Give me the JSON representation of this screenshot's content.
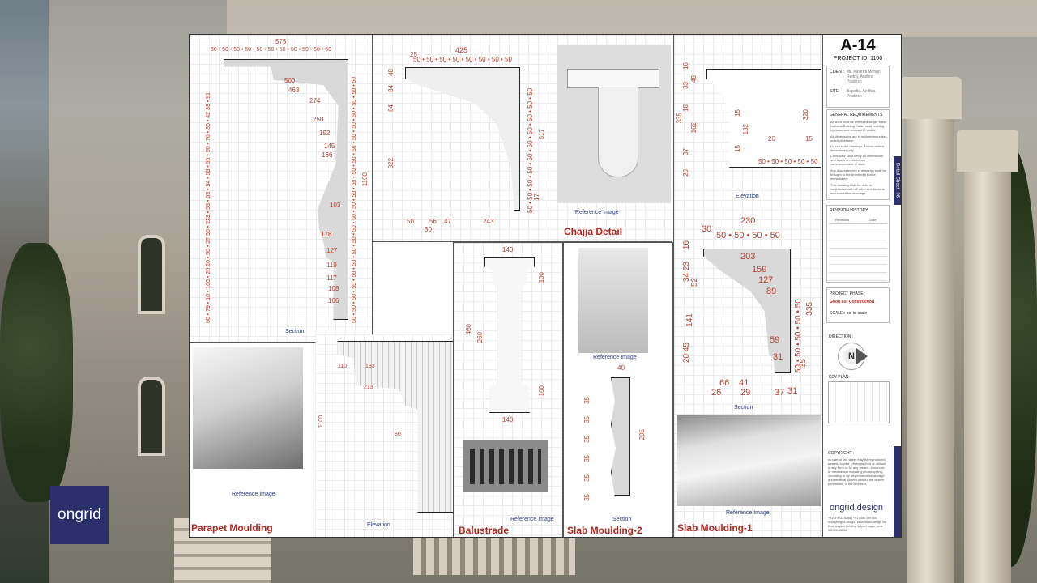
{
  "logo": {
    "text": "ongrid"
  },
  "sheet": {
    "code": "A-14",
    "project_id": "PROJECT ID: 1100",
    "client_label": "CLIENT:",
    "client_value": "Mr. Kasireti Mohan Reddy, Andhra Pradesh",
    "site_label": "SITE:",
    "site_value": "Bapatla, Andhra Pradesh",
    "general_requirements_title": "GENERAL REQUIREMENTS",
    "general_requirements": [
      "All work shall be executed as per latest National Building Code, local building byelaws, and relevant IS codes.",
      "All dimensions are in millimetres unless noted otherwise.",
      "Do not scale drawings. Follow written dimensions only.",
      "Contractor shall verify all dimensions and levels on site before commencement of work.",
      "Any discrepancies in drawings shall be brought to the Architect's notice immediately.",
      "This drawing shall be read in conjunction with all other architectural and consultant drawings."
    ],
    "revision_title": "REVISION HISTORY",
    "revision_cols": [
      "Revisions",
      "Date"
    ],
    "phase_label": "PROJECT PHASE:",
    "phase_value": "Good For Construction",
    "scale": "SCALE : not to scale",
    "direction_label": "DIRECTION :",
    "north": "N",
    "keyplan_label": "KEY PLAN:",
    "copyright_title": "COPYRIGHT :",
    "copyright_text": "no part of this sheet may be reproduced, shared, copied, photographed or utilised in any form or by any means, electronic or mechanical including photocopying, recording or by any information storage and retrieval system without the written permission of the Architect.",
    "side_tab": "Detail Sheet -06",
    "brand": "ongrid.design",
    "contact": "+9193 9722 8288 | +91 8086 399 000 hello@ongrid.design | www.ongrid.design 3rd floor, wayane building, kalyani nagar, pune 411006, INDIA"
  },
  "panels": {
    "parapet": {
      "title": "Parapet Moulding",
      "section_caption": "Section",
      "ref_caption": "Reference Image",
      "elev_caption": "Elevation",
      "top_width": "575",
      "top_row": "50 • 50 • 50 • 50 • 50 • 50 • 50 • 50 • 50 • 50 • 50",
      "height": "1100",
      "left_dims": [
        "91",
        "42 39",
        "30",
        "76",
        "50",
        "56",
        "53",
        "54",
        "53",
        "53",
        "223",
        "27 56",
        "27",
        "50",
        "20 20",
        "100",
        "79",
        "10",
        "60"
      ],
      "right_col": "50 • 50 • 50 • 50 • 50 • 50 • 50 • 50 • 50 • 50 • 50 • 50 • 50 • 50 • 50 • 50 • 50 • 50 • 50 • 50 • 50 • 50",
      "profile_dims": [
        "500",
        "463",
        "274",
        "250",
        "192",
        "145",
        "166",
        "103",
        "178",
        "127",
        "119",
        "117",
        "108",
        "106"
      ],
      "elev_dims": [
        "110",
        "183",
        "213",
        "80",
        "1100"
      ]
    },
    "chajja": {
      "title": "Chajja Detail",
      "ref_caption": "Reference Image",
      "top_width": "425",
      "top_left": "25",
      "top_row": "50 • 50 • 50 • 50 • 50 • 50 • 50 • 50",
      "left_dims": [
        "48",
        "84",
        "64",
        "322"
      ],
      "right_col": "50 • 50 • 50 • 50 • 50 • 50 • 50 • 50 • 50 • 50",
      "height": "517",
      "right_small": "17",
      "bottom_dims": [
        "50",
        "56",
        "47",
        "243"
      ],
      "bottom_sub": "30"
    },
    "balustrade": {
      "title": "Balustrade",
      "ref_caption": "Reference Image",
      "top_width": "140",
      "bottom_width": "140",
      "height": "460",
      "inner_height": "260",
      "top_right": "100",
      "bottom_right": "100"
    },
    "slab2": {
      "title": "Slab Moulding-2",
      "ref_caption": "Reference Image",
      "section_caption": "Section",
      "top_width": "40",
      "height": "205",
      "left_dims": [
        "35",
        "35",
        "35",
        "35",
        "35",
        "35"
      ]
    },
    "slab1": {
      "title": "Slab Moulding-1",
      "elev_caption": "Elevation",
      "section_caption": "Section",
      "ref_caption": "Reference Image",
      "elev_left": [
        "16",
        "33",
        "48",
        "18",
        "162",
        "37",
        "20"
      ],
      "elev_left_total": "335",
      "elev_inner": [
        "15",
        "132",
        "15",
        "20",
        "15",
        "320"
      ],
      "elev_bottom": "50 • 50 • 50 • 50 • 50",
      "sec_top_width": "230",
      "sec_top_left": "30",
      "sec_top_row": "50 • 50 • 50 • 50",
      "sec_left": [
        "16",
        "34 23",
        "52",
        "141",
        "20 45"
      ],
      "sec_profile": [
        "203",
        "159",
        "127",
        "89",
        "59",
        "31"
      ],
      "sec_right_col": "50 • 50 • 50 • 50 • 50",
      "sec_right_total": "335",
      "sec_right_small": "35",
      "sec_bottom_top": [
        "66",
        "41"
      ],
      "sec_bottom": [
        "26",
        "29",
        "37",
        "31"
      ]
    }
  }
}
